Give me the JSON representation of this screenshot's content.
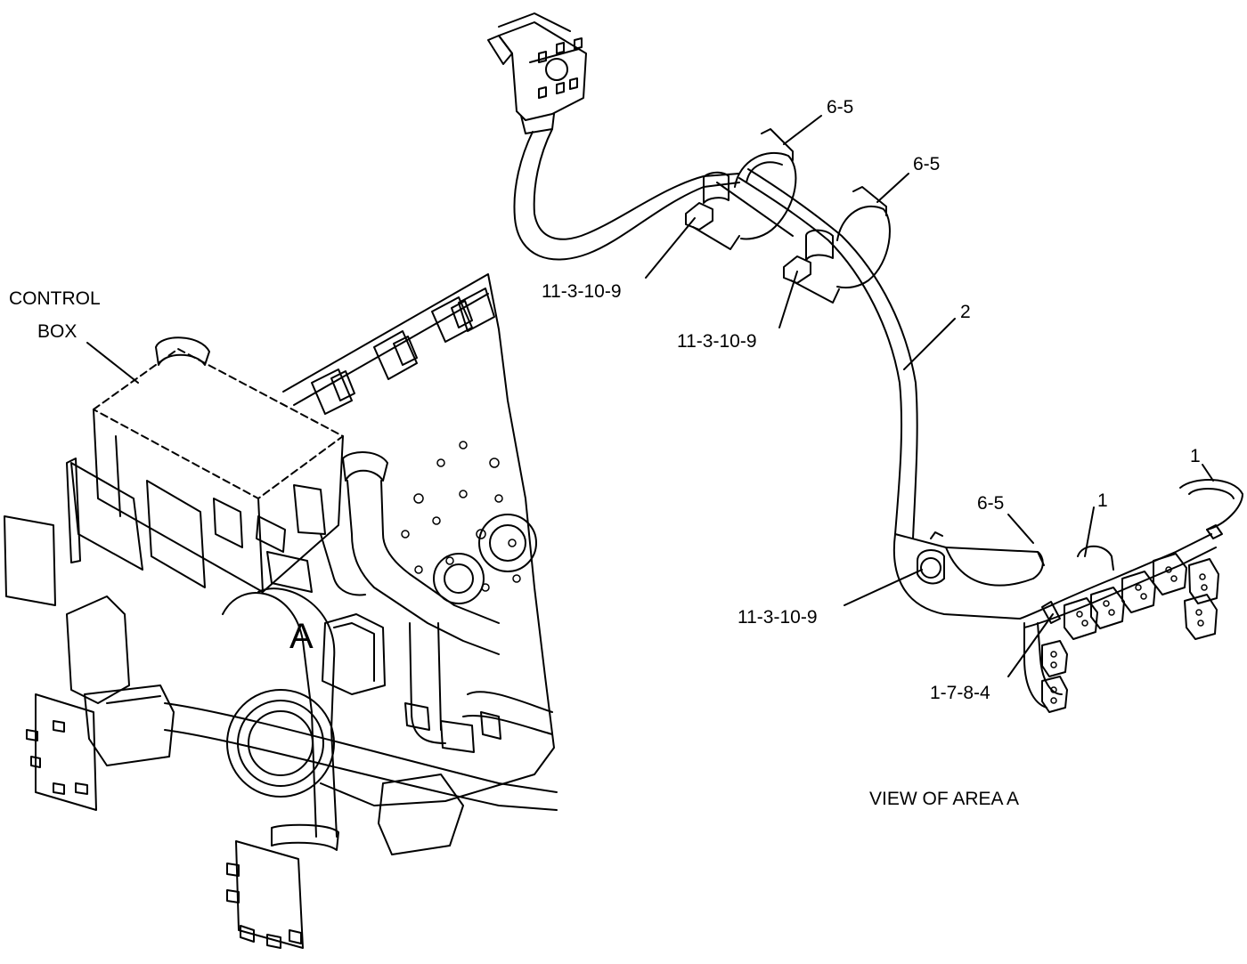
{
  "labels": {
    "control_box_line1": "CONTROL",
    "control_box_line2": "BOX",
    "area_letter": "A",
    "view_caption": "VIEW OF AREA A",
    "clip_a": "6-5",
    "clip_b": "6-5",
    "clip_c": "6-5",
    "bolt_a": "11-3-10-9",
    "bolt_b": "11-3-10-9",
    "bolt_c": "11-3-10-9",
    "harness": "2",
    "connector_a": "1",
    "connector_b": "1",
    "tie": "1-7-8-4"
  },
  "colors": {
    "line": "#000000",
    "background": "#ffffff"
  }
}
